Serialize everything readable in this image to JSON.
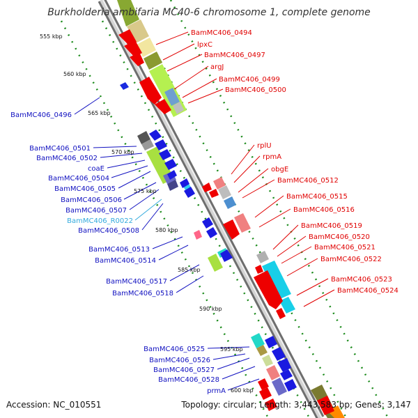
{
  "title": "Burkholderia ambifaria MC40-6 chromosome 1, complete genome",
  "accession": "Accession: NC_010551",
  "topology": "Topology: circular; Length: 3,443,583 bp; Genes: 3,147",
  "kbp_ticks": [
    "555 kbp",
    "560 kbp",
    "565 kbp",
    "570 kbp",
    "575 kbp",
    "580 kbp",
    "585 kbp",
    "590 kbp",
    "595 kbp",
    "600 kbp"
  ],
  "genes_plus": [
    "BamMC406_0494",
    "lpxC",
    "BamMC406_0497",
    "argJ",
    "BamMC406_0499",
    "BamMC406_0500",
    "rplU",
    "rpmA",
    "obgE",
    "BamMC406_0512",
    "BamMC406_0515",
    "BamMC406_0516",
    "BamMC406_0519",
    "BamMC406_0520",
    "BamMC406_0521",
    "BamMC406_0522",
    "BamMC406_0523",
    "BamMC406_0524"
  ],
  "genes_minus": [
    "BamMC406_0496",
    "BamMC406_0501",
    "BamMC406_0502",
    "coaE",
    "BamMC406_0504",
    "BamMC406_0505",
    "BamMC406_0506",
    "BamMC406_0507",
    "BamMC406_R0022",
    "BamMC406_0508",
    "BamMC406_0513",
    "BamMC406_0514",
    "BamMC406_0517",
    "BamMC406_0518",
    "BamMC406_0525",
    "BamMC406_0526",
    "BamMC406_0527",
    "BamMC406_0528",
    "prmA"
  ],
  "colors": {
    "plus_label": "#e00000",
    "minus_label": "#1010c0",
    "rna_label": "#33aadd",
    "track": "#1a8a1a",
    "backbone": "#8a8a8a"
  }
}
